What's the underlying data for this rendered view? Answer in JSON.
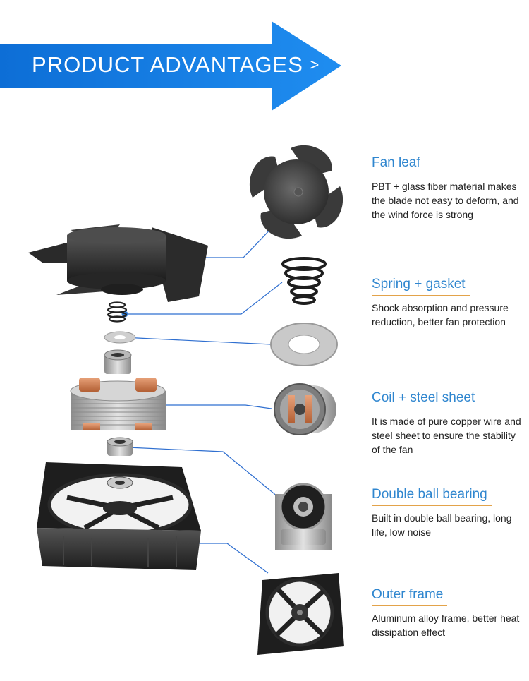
{
  "banner": {
    "title": "PRODUCT ADVANTAGES",
    "arrow_glyph": ">",
    "color": "#1a7de0"
  },
  "colors": {
    "accent_line": "#e3a34a",
    "title_blue": "#2f86cf",
    "dot_blue": "#2f7fdc",
    "leader": "#2f6fd0"
  },
  "features": [
    {
      "title": "Fan leaf",
      "desc": "PBT + glass fiber material makes the blade not easy to deform, and the wind force is strong"
    },
    {
      "title": "Spring + gasket",
      "desc": "Shock absorption and pressure reduction, better fan protection"
    },
    {
      "title": "Coil + steel sheet",
      "desc": "It is made of pure copper wire and steel sheet to ensure the stability of the fan"
    },
    {
      "title": "Double ball bearing",
      "desc": "Built in double ball bearing, long life, low noise"
    },
    {
      "title": "Outer frame",
      "desc": "Aluminum alloy frame, better heat dissipation effect"
    }
  ]
}
